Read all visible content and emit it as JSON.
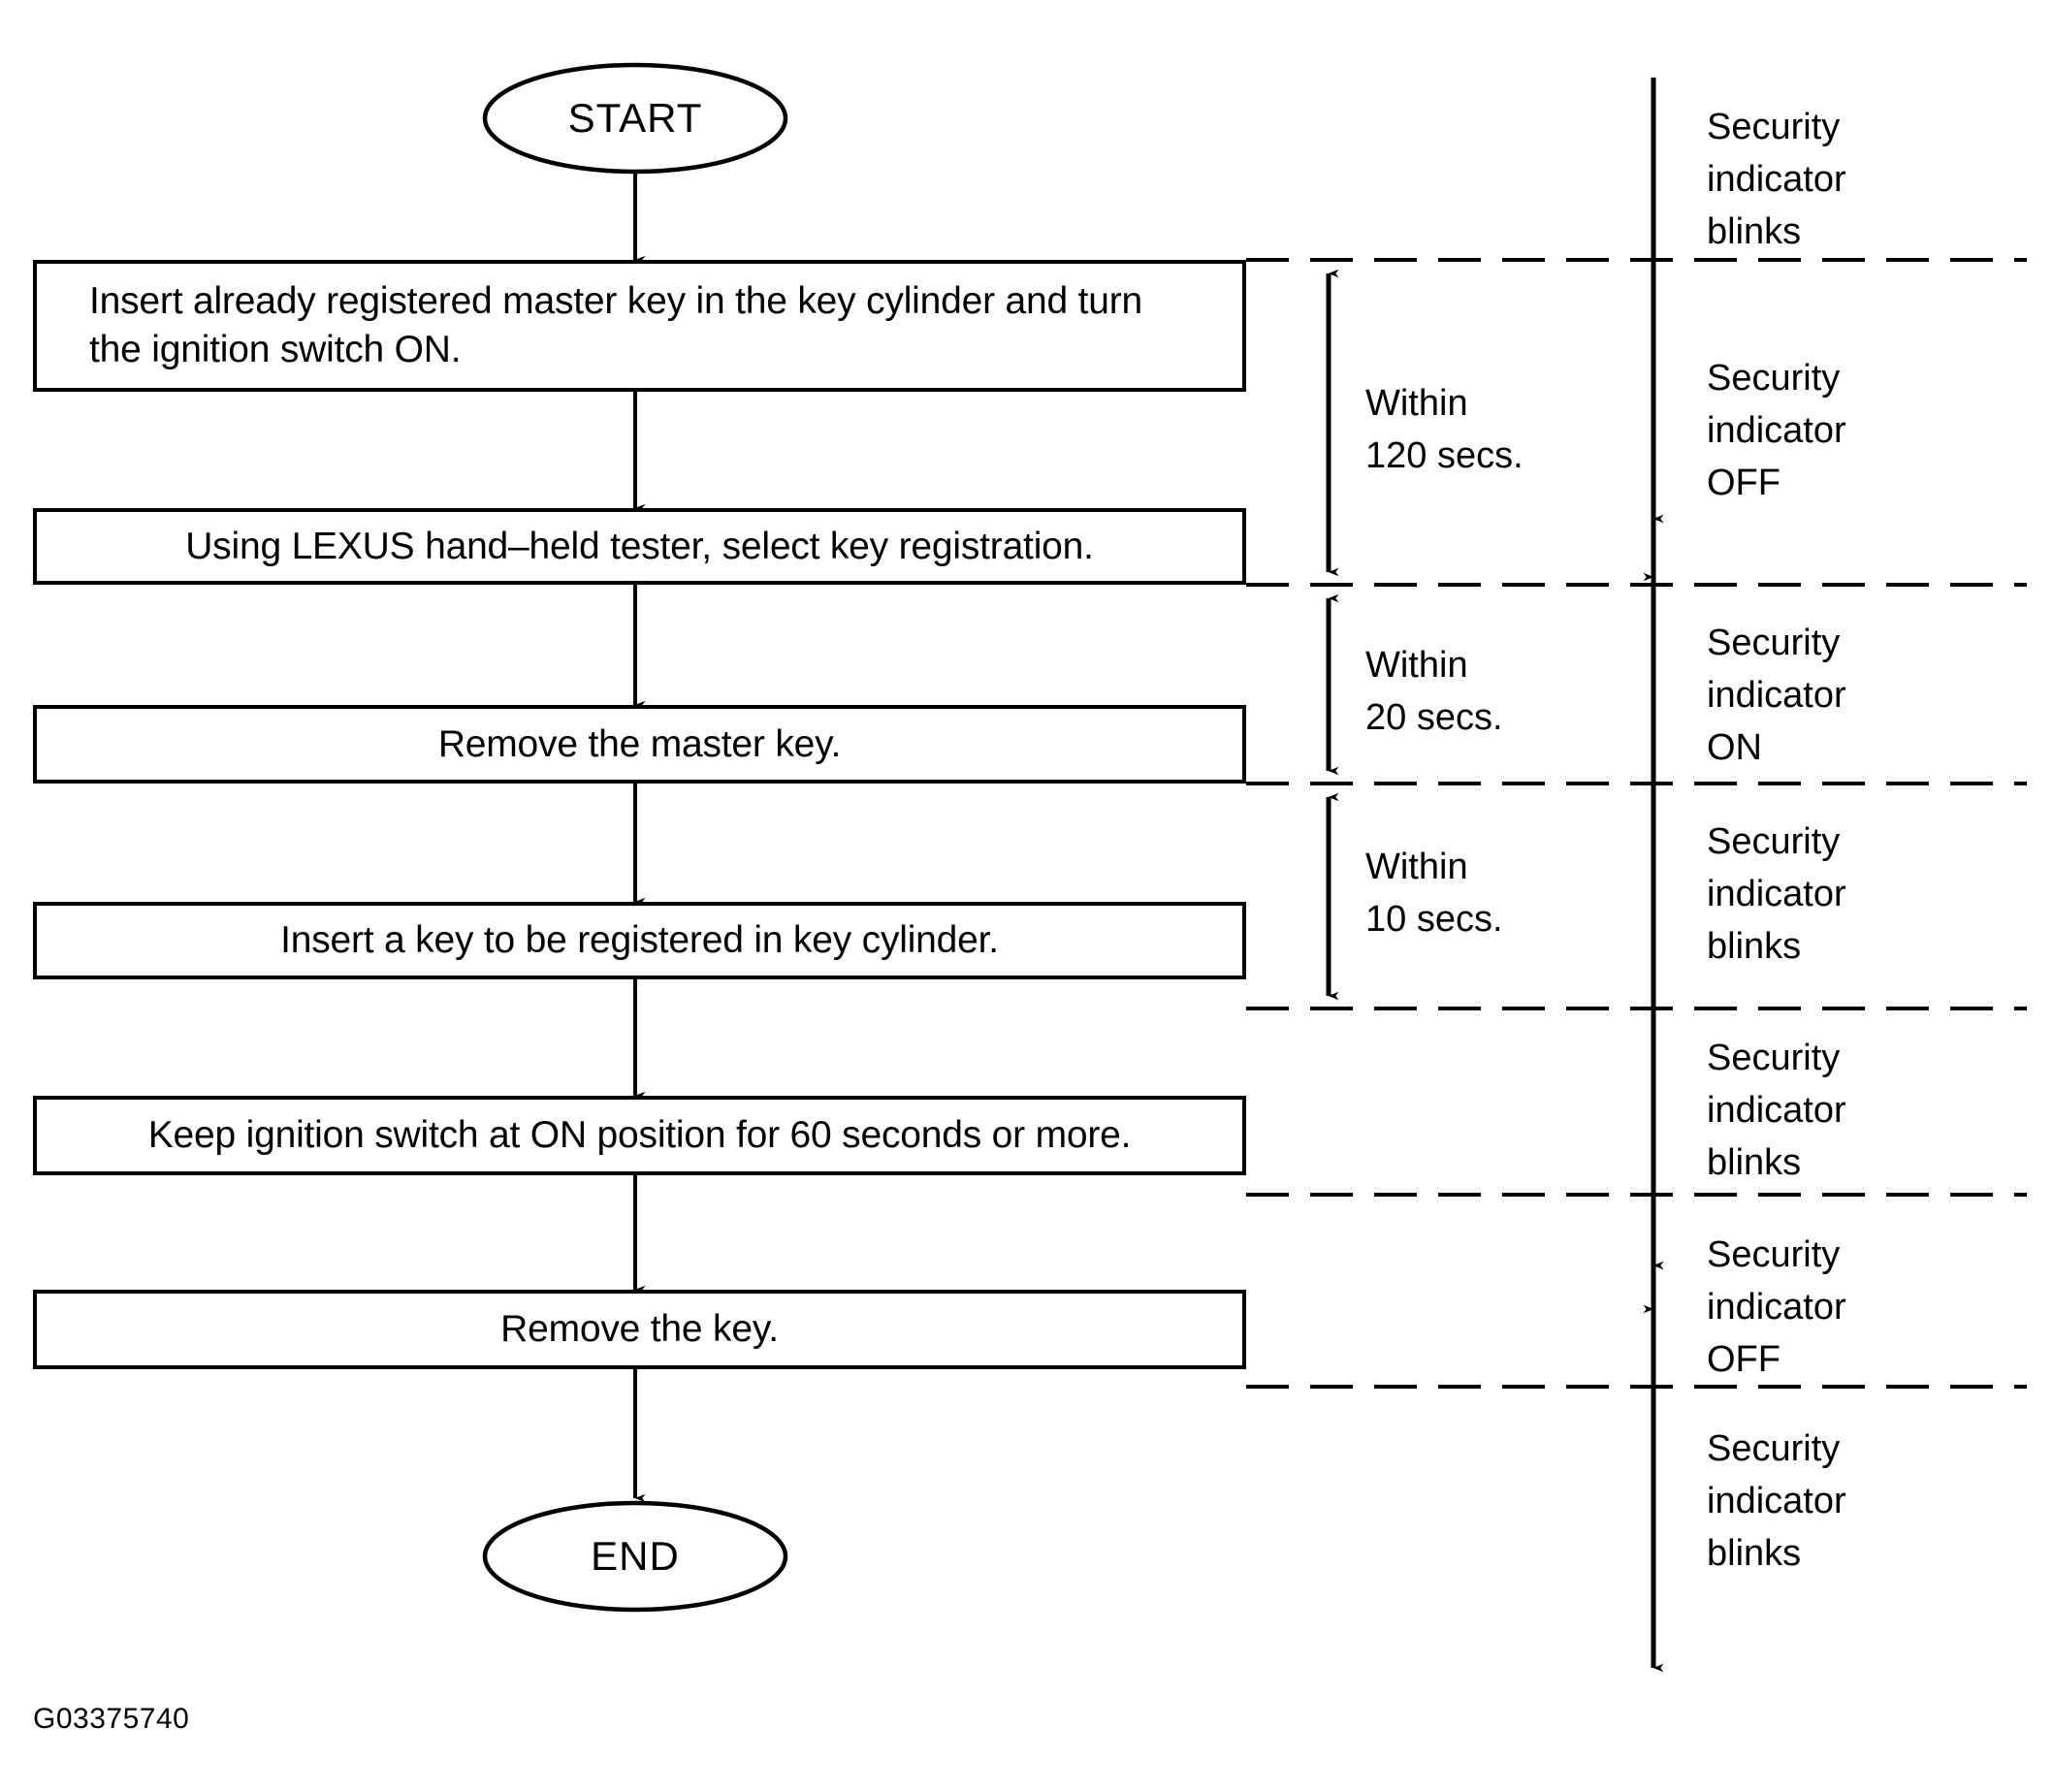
{
  "figure": {
    "code": "G03375740",
    "title": "Key registration procedure flowchart",
    "ink_color": "#000000",
    "background_color": "#ffffff"
  },
  "flow": {
    "start_label": "START",
    "end_label": "END",
    "steps": [
      {
        "id": "step-1",
        "text": "Insert already registered master key in the key cylinder and turn\nthe ignition switch ON.",
        "align": "left"
      },
      {
        "id": "step-2",
        "text": "Using LEXUS hand–held tester, select key registration.",
        "align": "center"
      },
      {
        "id": "step-3",
        "text": "Remove the master key.",
        "align": "center"
      },
      {
        "id": "step-4",
        "text": "Insert a key to be registered in key cylinder.",
        "align": "center"
      },
      {
        "id": "step-5",
        "text": "Keep ignition switch at ON position for 60 seconds or more.",
        "align": "center"
      },
      {
        "id": "step-6",
        "text": "Remove the key.",
        "align": "center"
      }
    ]
  },
  "timing": {
    "intervals": [
      {
        "id": "timing-120",
        "text": "Within\n120 secs."
      },
      {
        "id": "timing-20",
        "text": "Within\n20 secs."
      },
      {
        "id": "timing-10",
        "text": "Within\n10 secs."
      }
    ]
  },
  "indicator": {
    "states": [
      {
        "id": "state-1",
        "text": "Security\nindicator\nblinks"
      },
      {
        "id": "state-2",
        "text": "Security\nindicator\nOFF"
      },
      {
        "id": "state-3",
        "text": "Security\nindicator\nON"
      },
      {
        "id": "state-4",
        "text": "Security\nindicator\nblinks"
      },
      {
        "id": "state-5",
        "text": "Security\nindicator\nblinks"
      },
      {
        "id": "state-6",
        "text": "Security\nindicator\nOFF"
      },
      {
        "id": "state-7",
        "text": "Security\nindicator\nblinks"
      }
    ]
  }
}
